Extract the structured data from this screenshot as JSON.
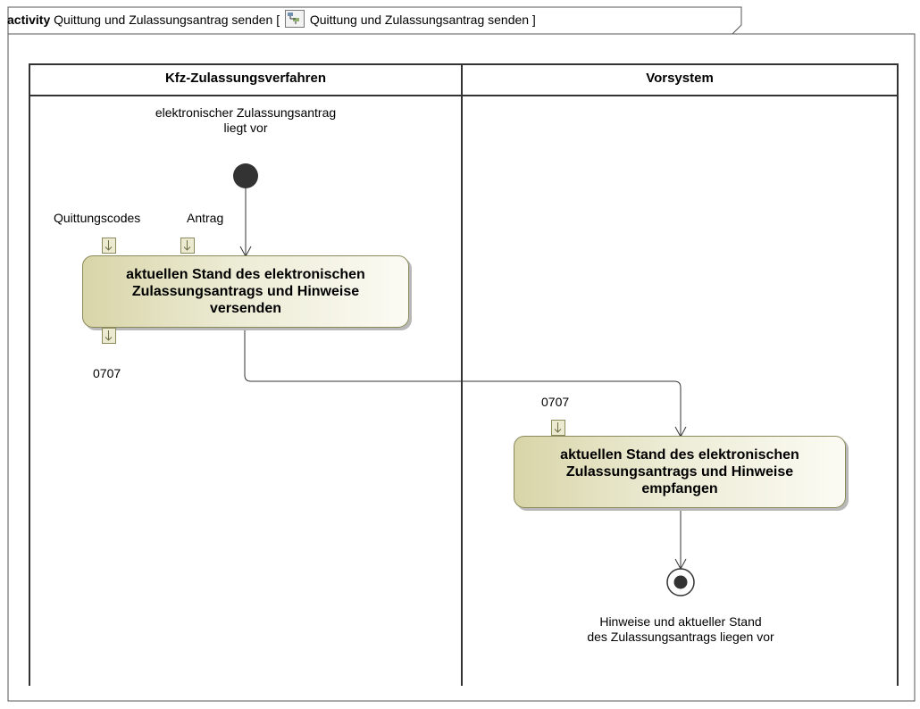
{
  "frame": {
    "keyword": "activity",
    "name": "Quittung und Zulassungsantrag senden [",
    "ref_name": "Quittung und Zulassungsantrag senden ]",
    "icon": "activity-diagram-icon"
  },
  "lanes": [
    {
      "title": "Kfz-Zulassungsverfahren"
    },
    {
      "title": "Vorsystem"
    }
  ],
  "initial_node_note": {
    "line1": "elektronischer Zulassungsantrag",
    "line2": "liegt vor"
  },
  "actions": [
    {
      "line1": "aktuellen Stand des elektronischen",
      "line2": "Zulassungsantrags und Hinweise",
      "line3": "versenden"
    },
    {
      "line1": "aktuellen Stand des elektronischen",
      "line2": "Zulassungsantrags und Hinweise",
      "line3": "empfangen"
    }
  ],
  "pins": {
    "input1": "Quittungscodes",
    "input2": "Antrag",
    "output1": "0707",
    "input3": "0707"
  },
  "final_node_note": {
    "line1": "Hinweise und aktueller Stand",
    "line2": "des Zulassungsantrags liegen vor"
  },
  "colors": {
    "action_border": "#8a8a5c",
    "action_fill": "#ecebd4",
    "line": "#333333"
  }
}
